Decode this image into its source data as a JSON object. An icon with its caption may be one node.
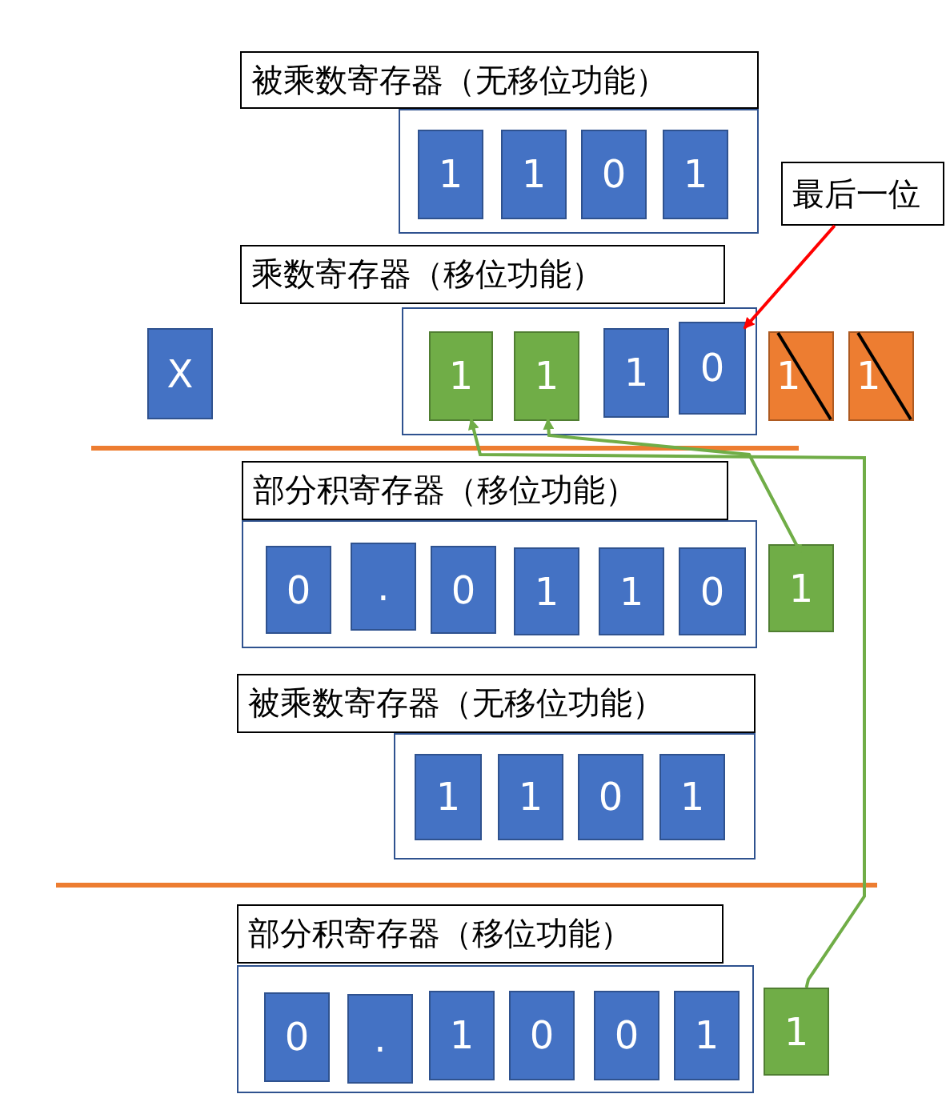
{
  "diagram": {
    "nodes": [
      {
        "text": [
          "被乘数寄存器（无移位功能）"
        ]
      },
      {
        "text": [],
        "shape": "box"
      },
      {
        "text": [
          "1"
        ],
        "in": 1
      },
      {
        "text": [
          "1"
        ],
        "in": 1
      },
      {
        "text": [
          "0"
        ],
        "in": 1
      },
      {
        "text": [
          "1"
        ],
        "in": 1
      },
      {
        "text": [
          "最后一位"
        ]
      },
      {
        "text": [
          "乘数寄存器（移位功能）"
        ]
      },
      {
        "text": [
          "X"
        ]
      },
      {
        "text": [],
        "shape": "box"
      },
      {
        "text": [
          "1"
        ],
        "in": 9
      },
      {
        "text": [
          "1"
        ],
        "in": 9
      },
      {
        "text": [
          "1"
        ],
        "in": 9
      },
      {
        "text": [
          "0"
        ],
        "in": 9
      },
      {
        "text": [
          "1"
        ]
      },
      {
        "text": [
          "1"
        ]
      },
      {
        "text": [
          "部分积寄存器（移位功能）"
        ]
      },
      {
        "text": [],
        "shape": "box"
      },
      {
        "text": [
          "0"
        ],
        "in": 17
      },
      {
        "text": [
          "."
        ],
        "in": 17
      },
      {
        "text": [
          "0"
        ],
        "in": 17
      },
      {
        "text": [
          "1"
        ],
        "in": 17
      },
      {
        "text": [
          "1"
        ],
        "in": 17
      },
      {
        "text": [
          "0"
        ],
        "in": 17
      },
      {
        "text": [
          "1"
        ]
      },
      {
        "text": [
          "被乘数寄存器（无移位功能）"
        ]
      },
      {
        "text": [],
        "shape": "box"
      },
      {
        "text": [
          "1"
        ],
        "in": 26
      },
      {
        "text": [
          "1"
        ],
        "in": 26
      },
      {
        "text": [
          "0"
        ],
        "in": 26
      },
      {
        "text": [
          "1"
        ],
        "in": 26
      },
      {
        "text": [
          "部分积寄存器（移位功能）"
        ]
      },
      {
        "text": [],
        "shape": "box"
      },
      {
        "text": [
          "0"
        ],
        "in": 32
      },
      {
        "text": [
          "."
        ],
        "in": 32
      },
      {
        "text": [
          "1"
        ],
        "in": 32
      },
      {
        "text": [
          "0"
        ],
        "in": 32
      },
      {
        "text": [
          "0"
        ],
        "in": 32
      },
      {
        "text": [
          "1"
        ],
        "in": 32
      },
      {
        "text": [
          "1"
        ]
      }
    ],
    "edges": [
      {
        "from": 6,
        "to": 13,
        "arrow": "to",
        "color": "#ff0000"
      },
      {
        "from": 24,
        "to": 11,
        "arrow": "to"
      },
      {
        "from": 39,
        "to": 10,
        "arrow": "to"
      }
    ]
  }
}
